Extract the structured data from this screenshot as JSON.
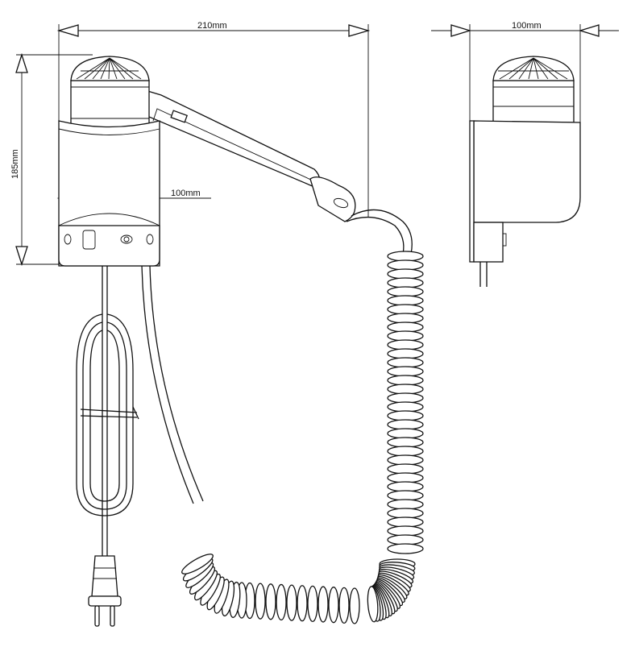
{
  "dimensions": {
    "width_front": "210mm",
    "width_side": "100mm",
    "height": "185mm",
    "holder_width": "100mm"
  },
  "colors": {
    "line": "#111111",
    "background": "#ffffff"
  }
}
